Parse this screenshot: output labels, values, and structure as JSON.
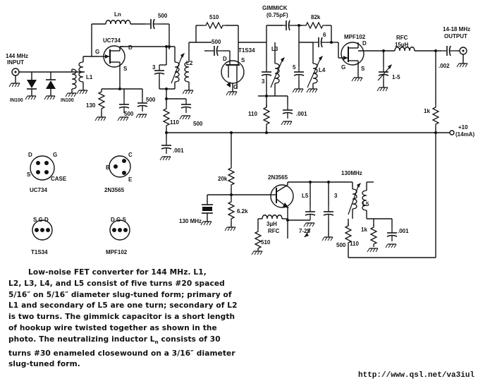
{
  "labels": {
    "input": [
      "144 MHz",
      "INPUT"
    ],
    "output": [
      "14-18 MHz",
      "OUTPUT"
    ],
    "ln": "Ln",
    "c500a": "500",
    "r510": "510",
    "gimmick": [
      "GIMMICK",
      "(0.75pF)"
    ],
    "r82k": "82k",
    "c6": "6",
    "q1": "UC734",
    "q2": "T1S34",
    "q3": "MPF102",
    "q4": "2N3565",
    "rfc1": [
      "RFC",
      "15µH"
    ],
    "c002": ".002",
    "g": "G",
    "d": "D",
    "s": "S",
    "l1": "L1",
    "l2": "L2",
    "l3": "L3",
    "l4": "L4",
    "l5": "L5",
    "l5b": "L5",
    "c3a": "3",
    "c3b": "3",
    "c3c": "3",
    "c500b": "500",
    "c500c": "500",
    "c500d": "500",
    "c500e": "500",
    "c500f": "500",
    "c5": "5",
    "diode_a": "IN100",
    "diode_b": "IN100",
    "r130": "130",
    "r110a": "110",
    "r110b": "110",
    "r110c": "110",
    "c001a": ".001",
    "c001b": ".001",
    "c001c": ".001",
    "r1ka": "1k",
    "r1kb": "1k",
    "c15": "1-5",
    "supply": [
      "+10",
      "(14mA)"
    ],
    "r20k": "20k",
    "r62k": "6.2k",
    "crystal": "130 MHz",
    "rfc2": [
      "3µH",
      "RFC"
    ],
    "r510b": "510",
    "c725": "7-25",
    "osc_freq": "130MHz",
    "pinouts": {
      "uc734": {
        "name": "UC734",
        "pins": [
          "D",
          "G",
          "S",
          "CASE"
        ]
      },
      "n2n3565": {
        "name": "2N3565",
        "pins": [
          "C",
          "B",
          "E"
        ]
      },
      "t1s34": {
        "name": "T1S34",
        "pins": "S G D"
      },
      "mpf102": {
        "name": "MPF102",
        "pins": "D G S"
      }
    }
  },
  "caption": [
    "Low-noise FET converter for 144 MHz. L1,",
    "L2, L3, L4, and L5 consist of five turns #20 spaced",
    "5/16″ on 5/16″ diameter slug-tuned form; primary of",
    "L1 and secondary of L5 are one turn; secondary of L2",
    "is two turns. The gimmick capacitor is a short length",
    "of hookup wire twisted together as shown in the",
    "photo. The neutralizing inductor L",
    "turns #30 enameled closewound on a 3/16″ diameter",
    "slug-tuned form."
  ],
  "caption_line7_tail": " consists of 30",
  "caption_sub_n": "n",
  "url": "http://www.qsl.net/va3iul"
}
